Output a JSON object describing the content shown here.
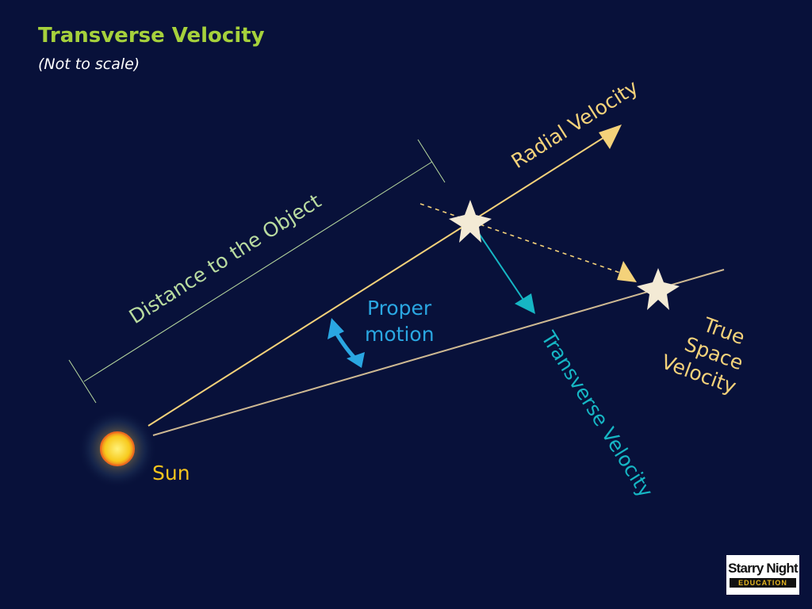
{
  "header": {
    "title": "Transverse Velocity",
    "subtitle": "(Not to scale)"
  },
  "labels": {
    "sun": "Sun",
    "radial_velocity": "Radial Velocity",
    "distance": "Distance to the Object",
    "proper_motion_line1": "Proper",
    "proper_motion_line2": "motion",
    "transverse_velocity": "Transverse Velocity",
    "true_space_line1": "True",
    "true_space_line2": "Space",
    "true_space_line3": "Velocity"
  },
  "logo": {
    "main": "Starry Night",
    "sub": "EDUCATION"
  },
  "colors": {
    "background": "#08113a",
    "title": "#a6d13c",
    "radial": "#f4d27a",
    "distance": "#b9dba0",
    "proper_motion": "#2aa7e2",
    "transverse": "#16b6c4",
    "sun": "#f5c41d",
    "star": "#f3ead5",
    "second_line": "#cdb892"
  }
}
